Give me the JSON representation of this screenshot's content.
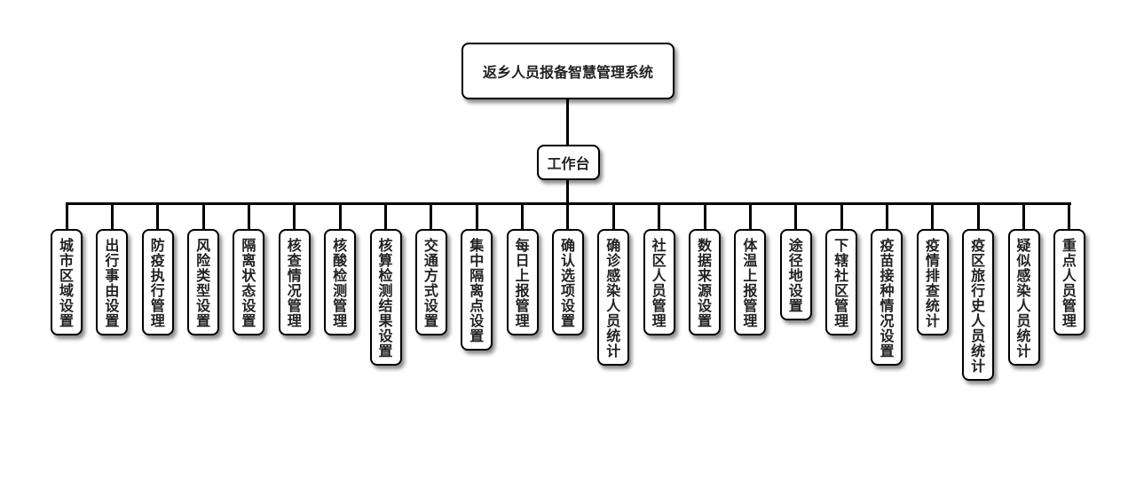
{
  "root": {
    "label": "返乡人员报备智慧管理系统"
  },
  "hub": {
    "label": "工作台"
  },
  "leaves": [
    "城市区域设置",
    "出行事由设置",
    "防疫执行管理",
    "风险类型设置",
    "隔离状态设置",
    "核查情况管理",
    "核酸检测管理",
    "核算检测结果设置",
    "交通方式设置",
    "集中隔离点设置",
    "每日上报管理",
    "确认选项设置",
    "确诊感染人员统计",
    "社区人员管理",
    "数据来源设置",
    "体温上报管理",
    "途径地设置",
    "下辖社区管理",
    "疫苗接种情况设置",
    "疫情排查统计",
    "疫区旅行史人员统计",
    "疑似感染人员统计",
    "重点人员管理"
  ]
}
